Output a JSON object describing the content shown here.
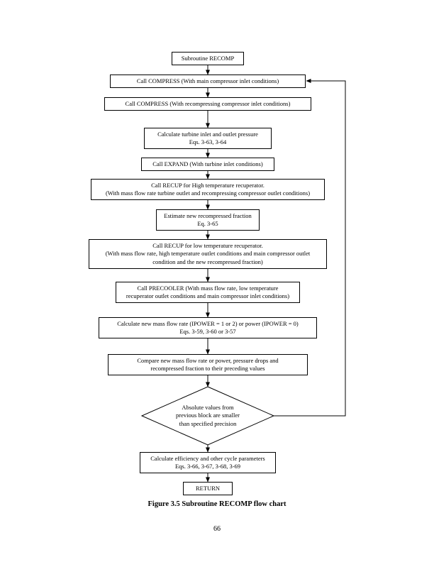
{
  "page": {
    "caption": "Figure 3.5 Subroutine RECOMP flow chart",
    "page_number": "66"
  },
  "flowchart": {
    "nodes": [
      {
        "id": "start",
        "lines": [
          "Subroutine RECOMP"
        ]
      },
      {
        "id": "call-compress-main",
        "lines": [
          "Call COMPRESS (With main compressor inlet conditions)"
        ]
      },
      {
        "id": "call-compress-recompressing",
        "lines": [
          "Call COMPRESS (With recompressing compressor inlet conditions)"
        ]
      },
      {
        "id": "calc-turbine-pressure",
        "lines": [
          "Calculate turbine inlet and outlet pressure",
          "Eqs. 3-63, 3-64"
        ]
      },
      {
        "id": "call-expand",
        "lines": [
          "Call EXPAND (With turbine inlet conditions)"
        ]
      },
      {
        "id": "call-recup-high",
        "lines": [
          "Call RECUP for High temperature recuperator.",
          "(With mass flow rate turbine outlet and recompressing compressor outlet conditions)"
        ]
      },
      {
        "id": "estimate-recompressed-fraction",
        "lines": [
          "Estimate new recompressed fraction",
          "Eq. 3-65"
        ]
      },
      {
        "id": "call-recup-low",
        "lines": [
          "Call RECUP for low temperature recuperator.",
          "(With mass flow rate, high temperature outlet conditions and main compressor outlet",
          "condition and the new recompressed fraction)"
        ]
      },
      {
        "id": "call-precooler",
        "lines": [
          "Call PRECOOLER (With mass flow rate, low temperature",
          "recuperator outlet conditions and main compressor inlet conditions)"
        ]
      },
      {
        "id": "calc-mass-flow-or-power",
        "lines": [
          "Calculate new mass flow rate (IPOWER = 1 or 2) or power (IPOWER = 0)",
          "Eqs. 3-59, 3-60 or 3-57"
        ]
      },
      {
        "id": "compare-values",
        "lines": [
          "Compare new mass flow rate or power, pressure drops and",
          "recompressed fraction to their preceding values"
        ]
      },
      {
        "id": "decision-precision",
        "lines": [
          "Absolute values from",
          "previous block are smaller",
          "than specified precision"
        ]
      },
      {
        "id": "calc-efficiency",
        "lines": [
          "Calculate efficiency and other cycle parameters",
          "Eqs. 3-66, 3-67, 3-68, 3-69"
        ]
      },
      {
        "id": "return",
        "lines": [
          "RETURN"
        ]
      }
    ]
  }
}
